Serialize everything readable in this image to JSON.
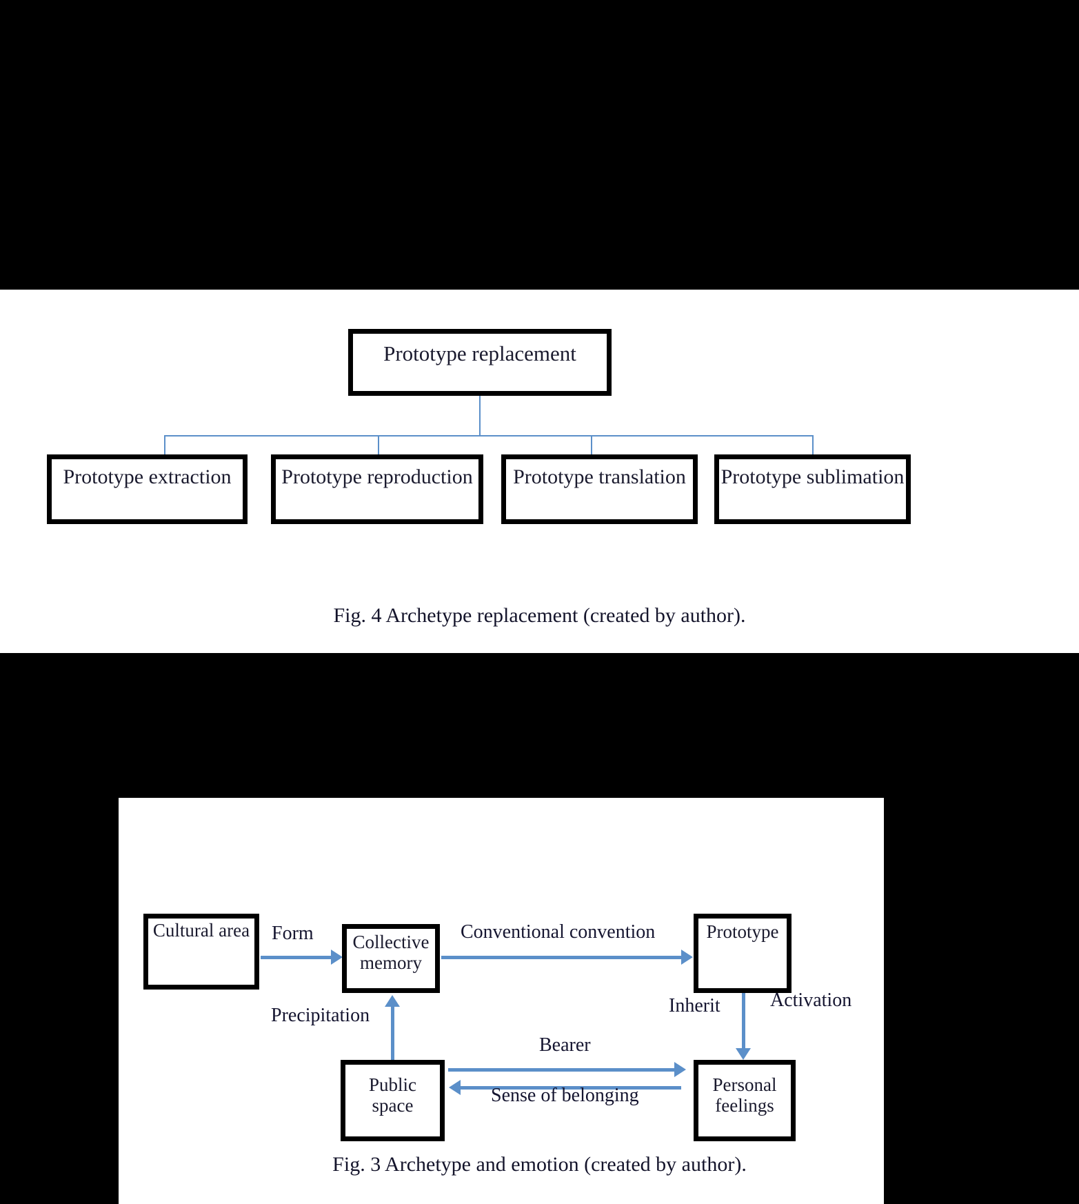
{
  "figures": [
    {
      "id": "fig4",
      "caption": "Fig. 4 Archetype replacement (created by author).",
      "root": {
        "label": "Prototype replacement"
      },
      "leaves": [
        {
          "label": "Prototype extraction"
        },
        {
          "label": "Prototype reproduction"
        },
        {
          "label": "Prototype translation"
        },
        {
          "label": "Prototype sublimation"
        }
      ]
    },
    {
      "id": "fig3",
      "caption": "Fig. 3 Archetype and emotion (created by author).",
      "nodes": {
        "cultural_area": "Cultural area",
        "collective_memory_line1": "Collective",
        "collective_memory_line2": "memory",
        "prototype": "Prototype",
        "personal_feelings_line1": "Personal",
        "personal_feelings_line2": "feelings",
        "public_space_line1": "Public",
        "public_space_line2": "space"
      },
      "edge_labels": {
        "form": "Form",
        "conventional_convention": "Conventional convention",
        "precipitation": "Precipitation",
        "inherit": "Inherit",
        "activation": "Activation",
        "bearer": "Bearer",
        "sense_of_belonging": "Sense of belonging"
      }
    }
  ],
  "colors": {
    "connector_blue": "#5b8fc9",
    "node_border": "#000000",
    "node_fill": "#ffffff",
    "text": "#14142b",
    "page_background": "#000000",
    "panel_background": "#ffffff"
  }
}
